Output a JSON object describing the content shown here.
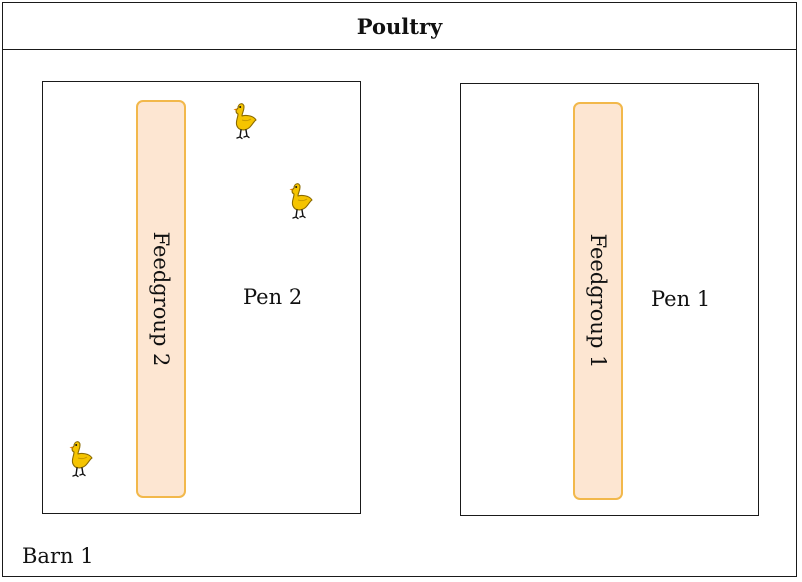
{
  "title": "Poultry",
  "barn": {
    "label": "Barn 1"
  },
  "pens": [
    {
      "label": "Pen 2",
      "feedgroup": "Feedgroup 2",
      "chickens": 3
    },
    {
      "label": "Pen 1",
      "feedgroup": "Feedgroup 1",
      "chickens": 0
    }
  ],
  "colors": {
    "feedgroup_fill": "#fde6d2",
    "feedgroup_stroke": "#f2b84b",
    "chicken_body": "#f5c400",
    "chicken_outline": "#8a6a00",
    "line": "#1a1a1a"
  },
  "icons": {
    "chicken": "chicken-icon"
  }
}
